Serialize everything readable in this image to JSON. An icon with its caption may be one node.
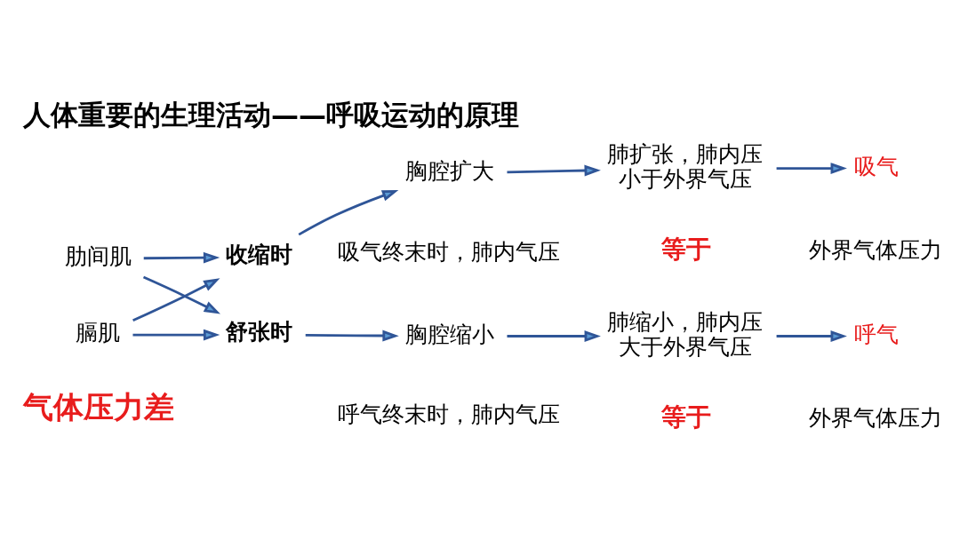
{
  "diagram": {
    "title": "人体重要的生理活动——呼吸运动的原理",
    "nodes": [
      {
        "text": [
          "肋间肌"
        ]
      },
      {
        "text": [
          "膈肌"
        ]
      },
      {
        "text": [
          "收缩时"
        ]
      },
      {
        "text": [
          "舒张时"
        ]
      },
      {
        "text": [
          "胸腔扩大"
        ]
      },
      {
        "text": [
          "胸腔缩小"
        ]
      },
      {
        "text": [
          "肺扩张，肺内压小于外界气压"
        ]
      },
      {
        "text": [
          "肺缩小，肺内压大于外界气压"
        ]
      },
      {
        "text": [
          "吸气"
        ]
      },
      {
        "text": [
          "呼气"
        ]
      }
    ],
    "edges": [
      {
        "from": 0,
        "to": 2,
        "arrow": "to"
      },
      {
        "from": 1,
        "to": 2,
        "arrow": "to"
      },
      {
        "from": 0,
        "to": 3,
        "arrow": "to"
      },
      {
        "from": 1,
        "to": 3,
        "arrow": "to"
      },
      {
        "from": 2,
        "to": 4,
        "arrow": "to"
      },
      {
        "from": 4,
        "to": 6,
        "arrow": "to"
      },
      {
        "from": 6,
        "to": 8,
        "arrow": "to"
      },
      {
        "from": 3,
        "to": 5,
        "arrow": "to"
      },
      {
        "from": 5,
        "to": 7,
        "arrow": "to"
      },
      {
        "from": 7,
        "to": 9,
        "arrow": "to"
      }
    ],
    "labels": [
      "气体压力差",
      "吸气终末时，肺内气压",
      "等于",
      "外界气体压力",
      "呼气终末时，肺内气压",
      "等于",
      "外界气体压力"
    ]
  }
}
